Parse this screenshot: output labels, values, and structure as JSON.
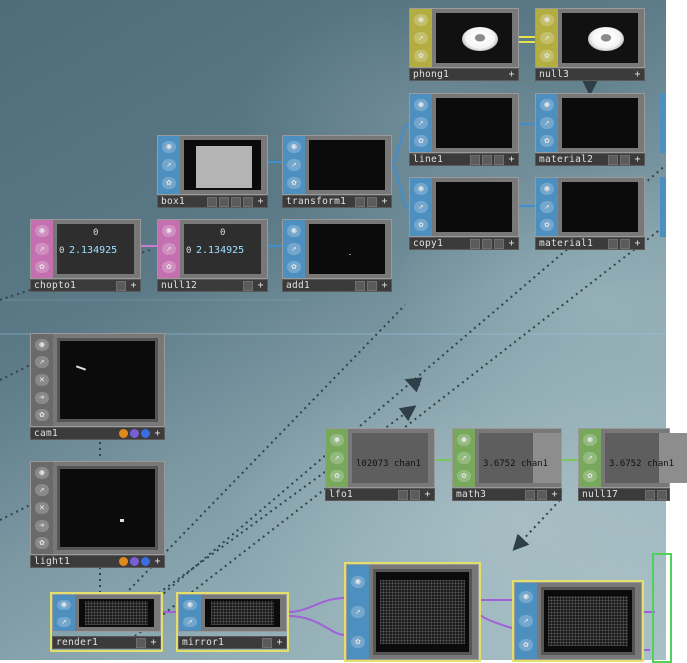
{
  "network": {
    "nodes": {
      "phong1": {
        "label": "phong1"
      },
      "null3": {
        "label": "null3"
      },
      "line1": {
        "label": "line1"
      },
      "material2": {
        "label": "material2"
      },
      "copy1": {
        "label": "copy1"
      },
      "material1": {
        "label": "material1"
      },
      "box1": {
        "label": "box1"
      },
      "transform1": {
        "label": "transform1"
      },
      "chopto1": {
        "label": "chopto1",
        "value_top": "0",
        "value_left": "0",
        "value_main": "2.134925"
      },
      "null12": {
        "label": "null12",
        "value_top": "0",
        "value_left": "0",
        "value_main": "2.134925"
      },
      "add1": {
        "label": "add1"
      },
      "cam1": {
        "label": "cam1"
      },
      "light1": {
        "label": "light1"
      },
      "lfo1": {
        "label": "lfo1",
        "value": "l02073",
        "channel": "chan1"
      },
      "math3": {
        "label": "math3",
        "value": "3.6752",
        "channel": "chan1"
      },
      "null17": {
        "label": "null17",
        "value": "3.6752",
        "channel": "chan1"
      },
      "render1": {
        "label": "render1"
      },
      "mirror1": {
        "label": "mirror1"
      }
    },
    "flag_icons": [
      "viewer-icon",
      "bypass-icon",
      "lock-icon",
      "display-icon",
      "render-icon"
    ],
    "colors": {
      "top": "#4d8fbf",
      "chop": "#c46fb0",
      "mat": "#b3ad42",
      "comp": "#6a6a6a",
      "dat": "#77a85c",
      "selected": "#e2e06a",
      "active": "#4fd25a"
    }
  }
}
